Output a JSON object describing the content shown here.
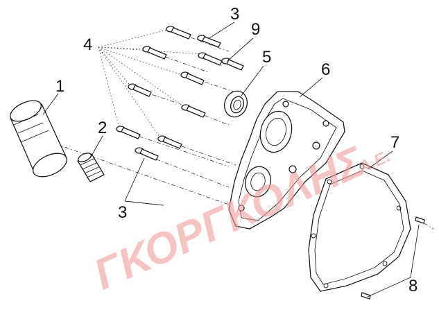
{
  "watermark": {
    "text": "ΓΚΟΡΓΚΟΛΗΣ",
    "suffix": "Α.Ε.",
    "color": "#f29a9a"
  },
  "callouts": [
    {
      "id": "c1",
      "label": "1"
    },
    {
      "id": "c2",
      "label": "2"
    },
    {
      "id": "c3a",
      "label": "3"
    },
    {
      "id": "c3b",
      "label": "3"
    },
    {
      "id": "c4",
      "label": "4"
    },
    {
      "id": "c5",
      "label": "5"
    },
    {
      "id": "c6",
      "label": "6"
    },
    {
      "id": "c7",
      "label": "7"
    },
    {
      "id": "c8",
      "label": "8"
    },
    {
      "id": "c9",
      "label": "9"
    }
  ],
  "colors": {
    "line": "#1a1a1a",
    "background": "#ffffff"
  }
}
